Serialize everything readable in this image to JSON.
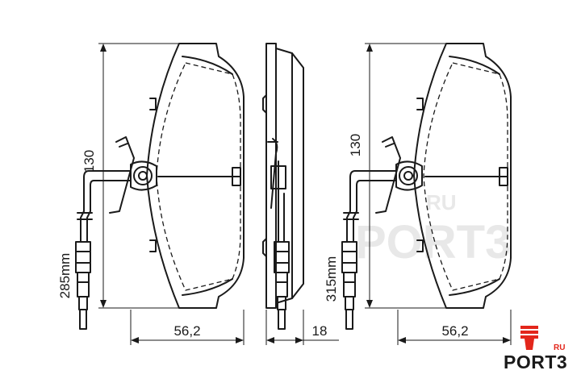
{
  "dimensions": {
    "left_height": "130",
    "right_height": "130",
    "left_width": "56,2",
    "right_width": "56,2",
    "thickness": "18",
    "left_wire_length": "285mm",
    "right_wire_length": "315mm"
  },
  "watermark": {
    "ru": "RU",
    "brand": "PORT3"
  },
  "logo": {
    "ru": "RU",
    "brand_main": "PORT",
    "brand_digit": "3",
    "accent_color": "#e3261b"
  }
}
